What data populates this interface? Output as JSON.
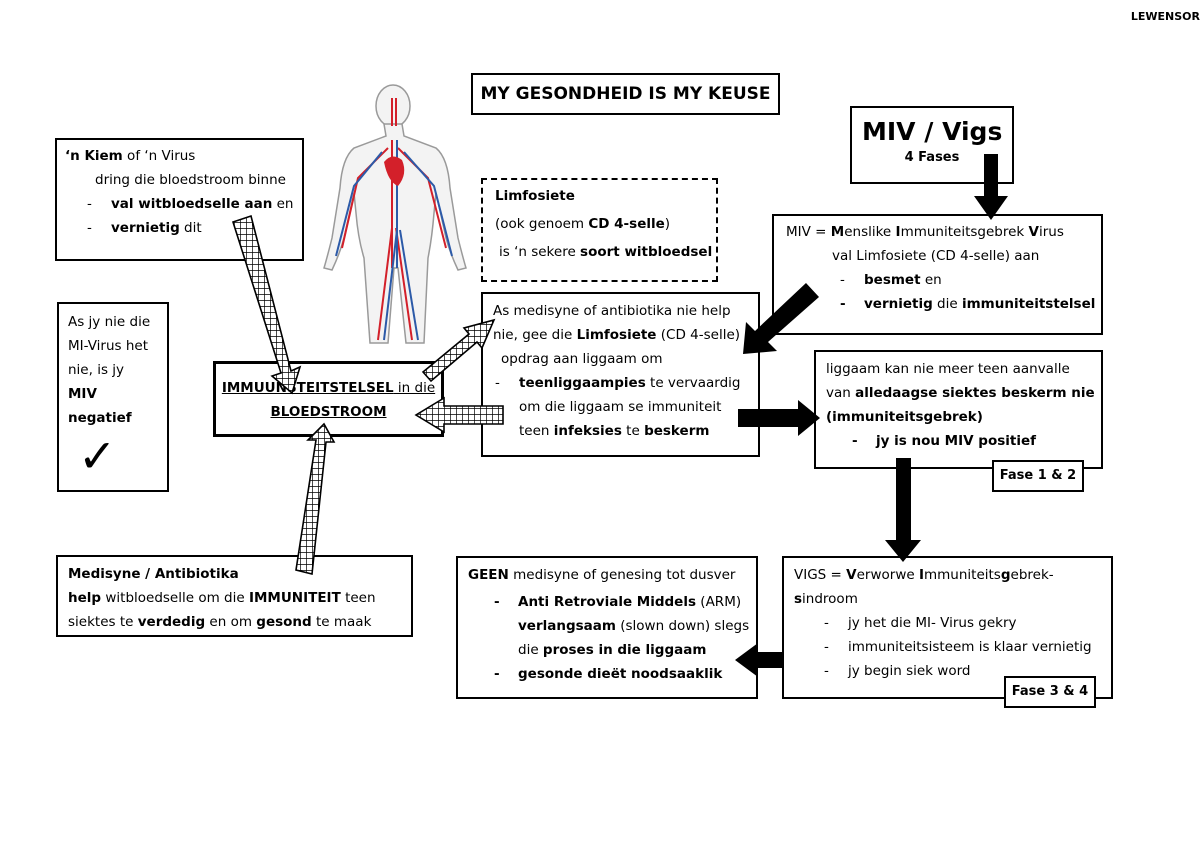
{
  "corner_label": "LEWENSOR",
  "title": "MY GESONDHEID IS MY KEUSE",
  "miv_header": {
    "title": "MIV / Vigs",
    "subtitle": "4 Fases"
  },
  "kiem_box": {
    "line1_a": "‘n Kiem",
    "line1_b": " of ‘n Virus",
    "line2": "dring die bloedstroom binne",
    "item1_a": "val witbloedselle aan",
    "item1_b": " en",
    "item2_a": "vernietig",
    "item2_b": " dit"
  },
  "negatief_box": {
    "l1": "As jy nie die",
    "l2": "MI-Virus het",
    "l3": "nie, is jy",
    "l4": "MIV",
    "l5": "negatief",
    "check": "✓"
  },
  "immuun_box": {
    "l1_a": "IMMUUNSTEITSTELSEL",
    "l1_b": " in die",
    "l2": "BLOEDSTROOM"
  },
  "medisyne_box": {
    "l1": "Medisyne / Antibiotika",
    "l2_a": "help",
    "l2_b": " witbloedselle om die ",
    "l2_c": "IMMUNITEIT",
    "l2_d": " teen",
    "l3_a": "siektes te ",
    "l3_b": "verdedig",
    "l3_c": " en om ",
    "l3_d": "gesond",
    "l3_e": " te maak"
  },
  "limfosiete_box": {
    "l1": "Limfosiete",
    "l2_a": "(ook genoem ",
    "l2_b": "CD 4-selle",
    "l2_c": ")",
    "l3_a": "is ‘n sekere ",
    "l3_b": "soort witbloedsel"
  },
  "as_medisyne_box": {
    "l1": "As medisyne of antibiotika nie help",
    "l2_a": "nie, gee die ",
    "l2_b": "Limfosiete",
    "l2_c": " (CD 4-selle)",
    "l3": "opdrag aan liggaam om",
    "l4_a": "teenliggaampies",
    "l4_b": " te vervaardig",
    "l5": "om die liggaam se immuniteit",
    "l6_a": "teen ",
    "l6_b": "infeksies",
    "l6_c": " te ",
    "l6_d": "beskerm"
  },
  "miv_def_box": {
    "l1_a": "MIV = ",
    "l1_b": "M",
    "l1_c": "enslike ",
    "l1_d": "I",
    "l1_e": "mmuniteitsgebrek ",
    "l1_f": "V",
    "l1_g": "irus",
    "l2": "val Limfosiete (CD 4-selle) aan",
    "item1_a": "besmet",
    "item1_b": " en",
    "item2_a": "vernietig",
    "item2_b": " die ",
    "item2_c": "immuniteitstelsel"
  },
  "positief_box": {
    "l1": "liggaam kan nie meer teen aanvalle",
    "l2_a": "van ",
    "l2_b": "alledaagse siektes beskerm nie",
    "l3": "(immuniteitsgebrek)",
    "item": "jy is nou MIV positief",
    "fase": "Fase 1 & 2"
  },
  "geen_box": {
    "l1_a": "GEEN",
    "l1_b": " medisyne of genesing tot dusver",
    "item1_a": "Anti Retroviale Middels",
    "item1_b": "  (ARM)",
    "item1_l2_a": "verlangsaam",
    "item1_l2_b": " (slown down) slegs",
    "item1_l3_a": "die ",
    "item1_l3_b": "proses in die liggaam",
    "item2": "gesonde dieët noodsaaklik"
  },
  "vigs_box": {
    "l1_a": "VIGS  =  ",
    "l1_b": "V",
    "l1_c": "erworwe  ",
    "l1_d": "I",
    "l1_e": "mmuniteits",
    "l1_f": "g",
    "l1_g": "ebrek-",
    "l2_a": "s",
    "l2_b": "indroom",
    "item1": "jy het die MI- Virus gekry",
    "item2": "immuniteitsisteem is klaar vernietig",
    "item3": "jy begin siek word",
    "fase": "Fase 3 & 4"
  },
  "colors": {
    "artery": "#d3202a",
    "vein": "#2c5aa8",
    "skin": "#f1f1f1",
    "outline": "#9a9a9a"
  },
  "icons": [
    "body-illustration",
    "checkmark-icon",
    "hatched-arrow",
    "solid-arrow"
  ]
}
